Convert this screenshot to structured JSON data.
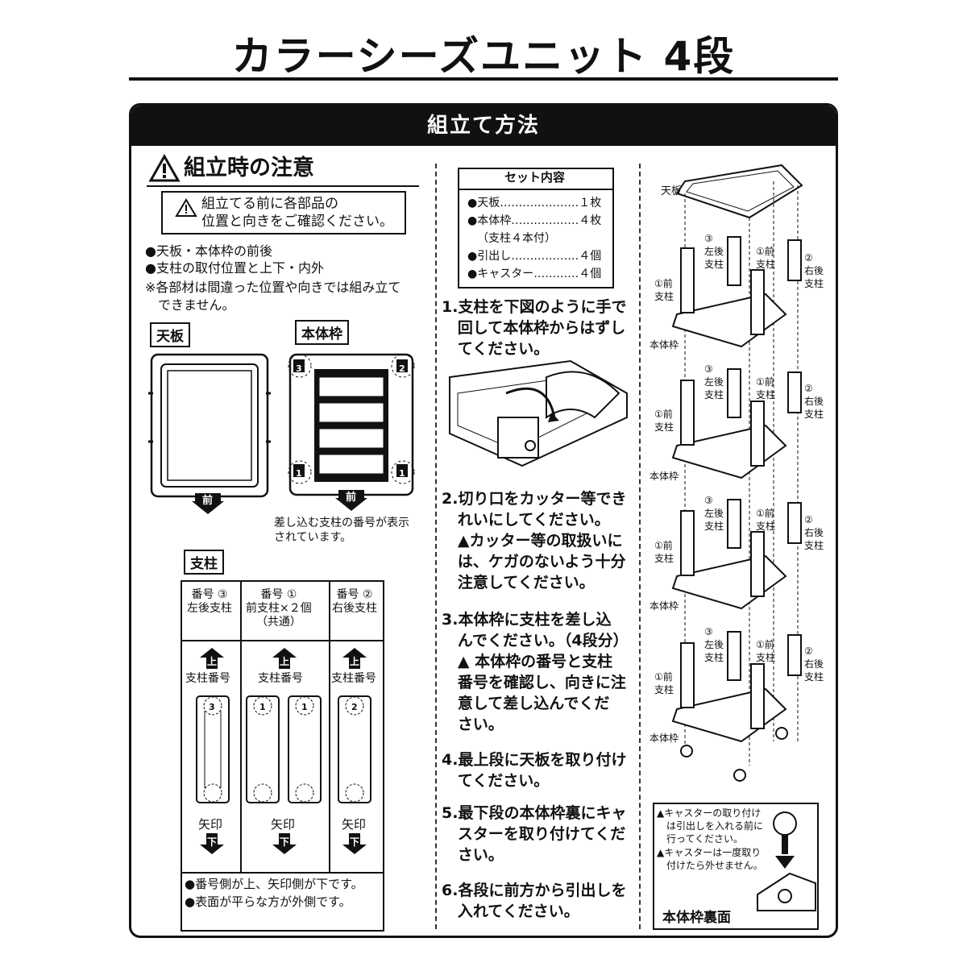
{
  "title": "カラーシーズユニット 4段",
  "section_header": "組立て方法",
  "caution": {
    "heading": "組立時の注意",
    "box_text": "組立てる前に各部品の\n位置と向きをご確認ください。",
    "bullet1": "●天板・本体枠の前後",
    "bullet2": "●支柱の取付位置と上下・内外",
    "note": "※各部材は間違った位置や向きでは組み立て\n　できません。"
  },
  "parts": {
    "tenban_label": "天板",
    "hontai_label": "本体枠",
    "front_label": "前",
    "num1": "1",
    "num2": "2",
    "num3": "3",
    "hontai_note": "差し込む支柱の番号が表示\nされています。"
  },
  "pillar": {
    "label": "支柱",
    "col3_head": "番号 ③\n左後支柱",
    "col1_head": "番号 ①\n前支柱×２個\n（共通）",
    "col2_head": "番号 ②\n右後支柱",
    "up": "上",
    "pillar_number": "支柱番号",
    "arrow_mark": "矢印",
    "down": "下",
    "note1": "●番号側が上、矢印側が下です。",
    "note2": "●表面が平らな方が外側です。"
  },
  "set_contents": {
    "title": "セット内容",
    "item1": "●天板…………………１枚",
    "item2": "●本体枠………………４枚",
    "item2b": "（支柱４本付）",
    "item3": "●引出し………………４個",
    "item4": "●キャスター…………４個"
  },
  "steps": {
    "s1": "1.支柱を下図のように手で\n   回して本体枠からはずし\n   てください。",
    "s2": "2.切り口をカッター等でき\n   れいにしてください。\n   ▲カッター等の取扱いに\n   は、ケガのないよう十分\n   注意してください。",
    "s3": "3.本体枠に支柱を差し込\n   んでください。（4段分）\n   ▲ 本体枠の番号と支柱\n   番号を確認し、向きに注\n   意して差し込んでくだ\n   さい。",
    "s4": "4.最上段に天板を取り付け\n   てください。",
    "s5": "5.最下段の本体枠裏にキャ\n   スターを取り付けてくだ\n   さい。",
    "s6": "6.各段に前方から引出しを\n   入れてください。"
  },
  "diagram": {
    "tenban": "天板",
    "hontai": "本体枠",
    "p3": "③\n左後\n支柱",
    "p1front": "①前\n支柱",
    "p2": "②\n右後\n支柱",
    "p1left": "①前\n支柱"
  },
  "caster_note": {
    "line1": "▲キャスターの取り付け\n　は引出しを入れる前に\n　行ってください。",
    "line2": "▲キャスターは一度取り\n　付けたら外せません。",
    "label": "本体枠裏面"
  }
}
